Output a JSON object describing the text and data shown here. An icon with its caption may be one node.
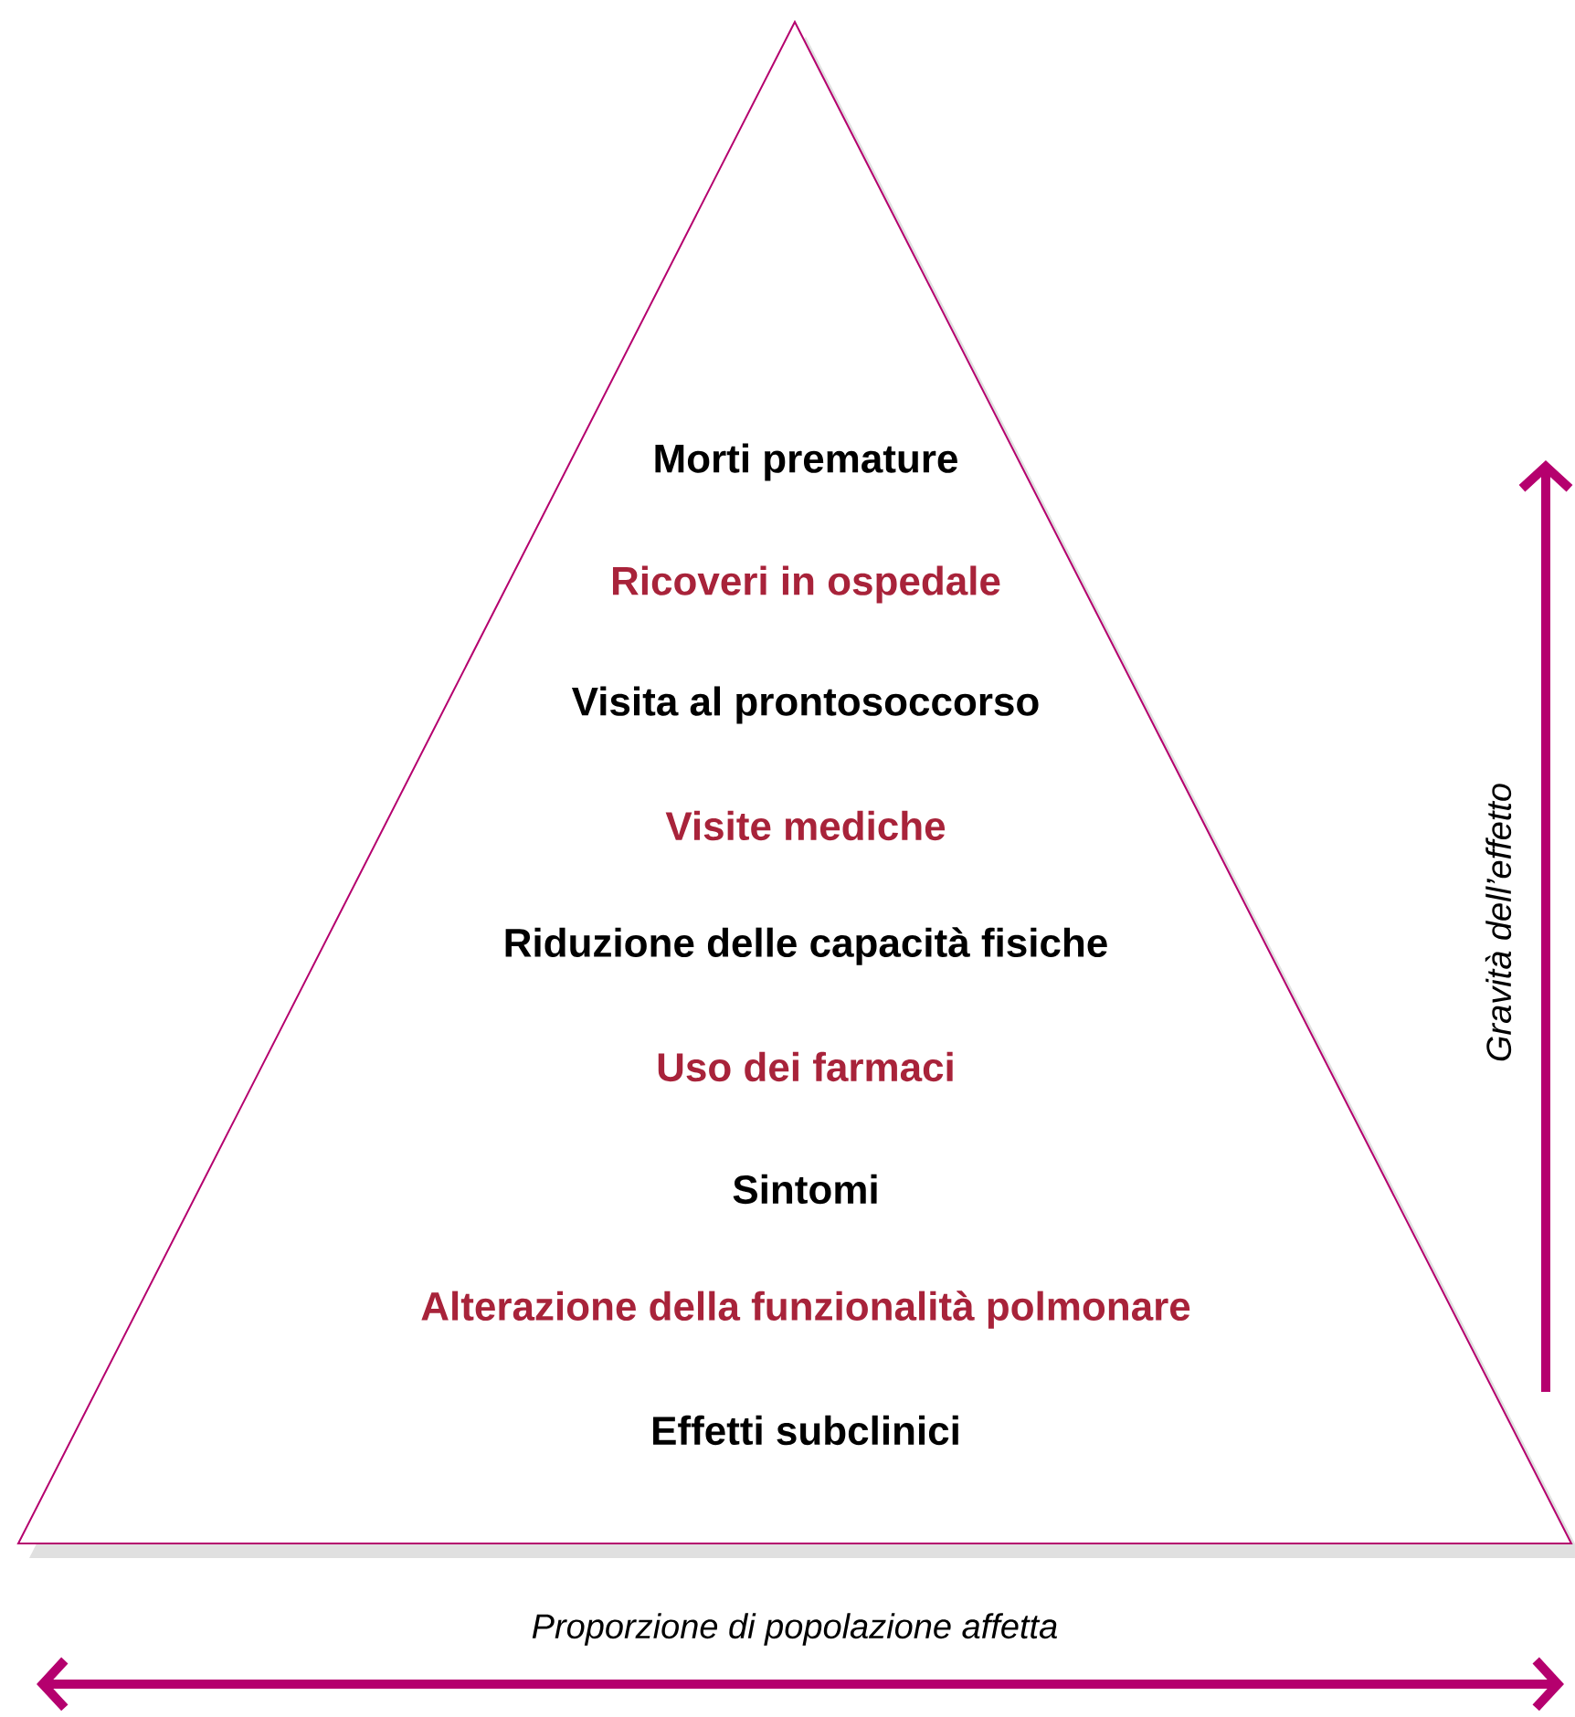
{
  "diagram": {
    "nodes": [
      {
        "text": [
          "Morti premature",
          "Ricoveri in ospedale",
          "Visita al prontosoccorso",
          "Visite mediche",
          "Riduzione delle capacità fisiche",
          "Uso dei farmaci",
          "Sintomi",
          "Alterazione della funzionalità polmonare",
          "Effetti subclinici"
        ]
      }
    ],
    "labels": [
      "Gravità dell’effetto",
      "Proporzione di popolazione affetta"
    ]
  }
}
